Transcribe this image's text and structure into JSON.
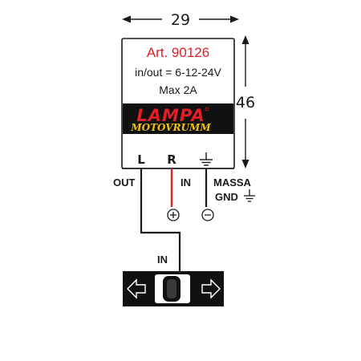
{
  "dimensions": {
    "width": "29",
    "height": "46"
  },
  "module": {
    "article": "Art. 90126",
    "voltage": "in/out = 6-12-24V",
    "max_current": "Max 2A",
    "brand": "LAMPA",
    "sub_brand": "MOTOVRUMM"
  },
  "terminals": {
    "left": "L",
    "right": "R",
    "ground_icon": "ground-icon"
  },
  "wires": {
    "out_label": "OUT",
    "in_label": "IN",
    "massa_label": "MASSA",
    "gnd_label": "GND",
    "switch_in_label": "IN",
    "plus_icon": "plus-circle-icon",
    "minus_icon": "minus-circle-icon"
  },
  "switch": {
    "left_icon": "arrow-left-icon",
    "right_icon": "arrow-right-icon"
  },
  "colors": {
    "accent_red": "#e31e24",
    "brand_band": "#111111",
    "moto_yellow": "#f4c20d",
    "line": "#1a1a1a"
  }
}
